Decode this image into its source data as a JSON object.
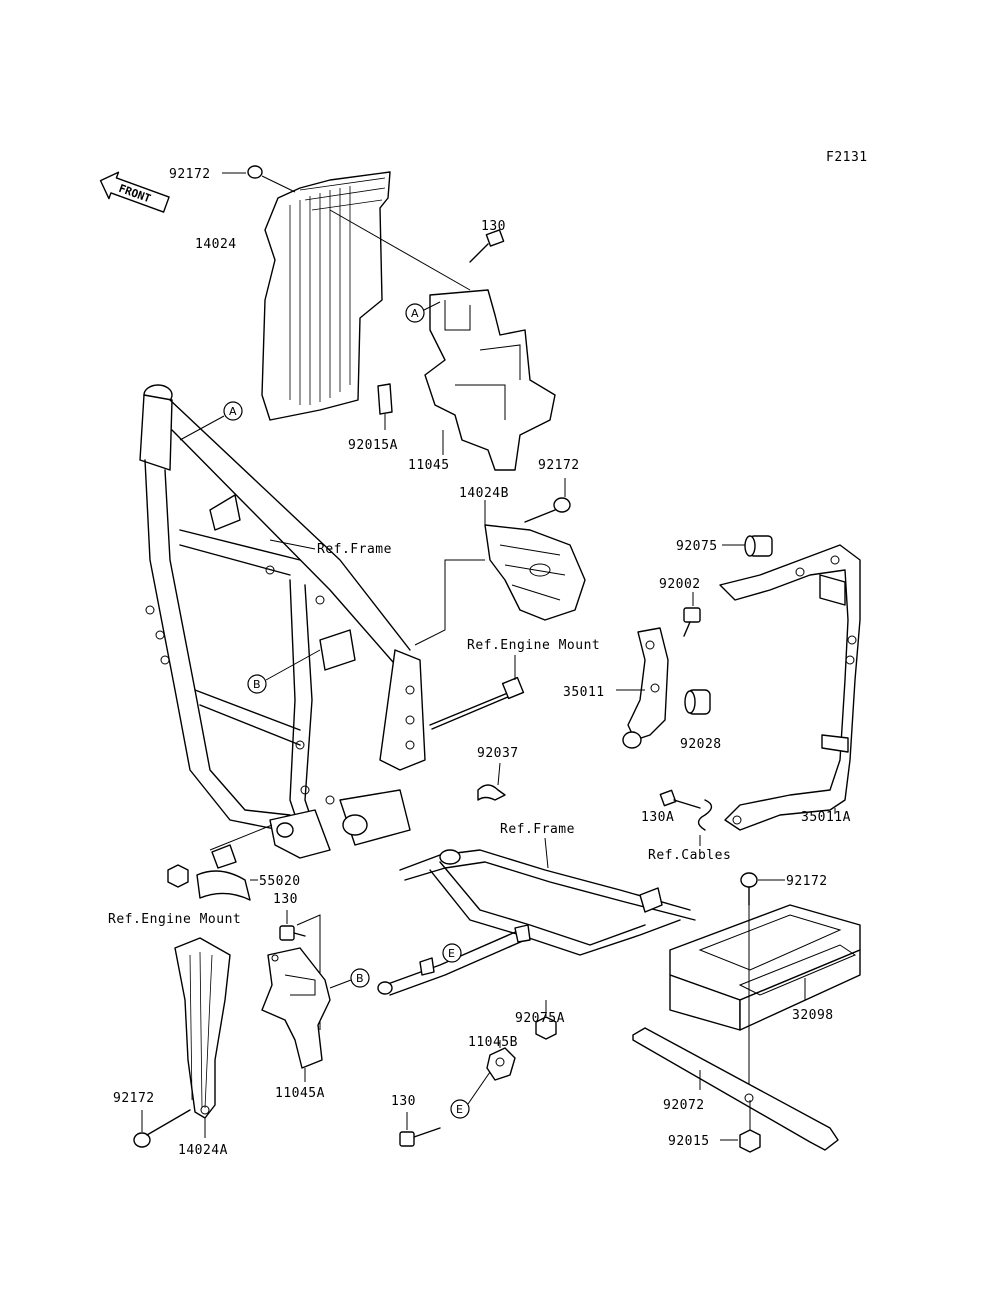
{
  "figure_code": "F2131",
  "front_arrow": "FRONT",
  "ref_labels": {
    "frame_upper": "Ref.Frame",
    "frame_lower": "Ref.Frame",
    "engine_mount_right": "Ref.Engine Mount",
    "engine_mount_left": "Ref.Engine Mount",
    "cables": "Ref.Cables"
  },
  "markers": {
    "a1": "A",
    "a2": "A",
    "b1": "B",
    "b2": "B",
    "e1": "E",
    "e2": "E"
  },
  "part_numbers": {
    "p92172_top": "92172",
    "p14024": "14024",
    "p130_top": "130",
    "p92015A": "92015A",
    "p11045": "11045",
    "p92172_mid": "92172",
    "p14024B": "14024B",
    "p92075": "92075",
    "p92002": "92002",
    "p35011": "35011",
    "p92028": "92028",
    "p92037": "92037",
    "p130A": "130A",
    "p35011A": "35011A",
    "p55020": "55020",
    "p130_left": "130",
    "p92172_right": "92172",
    "p32098": "32098",
    "p11045A": "11045A",
    "p92075A": "92075A",
    "p11045B": "11045B",
    "p130_bottom": "130",
    "p92172_left": "92172",
    "p14024A": "14024A",
    "p92072": "92072",
    "p92015": "92015"
  }
}
